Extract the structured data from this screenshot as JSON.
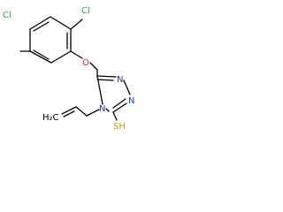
{
  "structure": {
    "atoms": {
      "chlorine_top": "Cl",
      "chlorine_left": "Cl",
      "ether_oxygen": "O",
      "nitrogen_top": "N",
      "nitrogen_right": "N",
      "nitrogen_ring": "N",
      "vinyl_terminus": "H₂C",
      "thiol": "SH"
    },
    "colors": {
      "bond": "#000000",
      "chlorine": "#32a84a",
      "oxygen": "#e8171b",
      "nitrogen": "#2233cc",
      "sulfur": "#b8a000"
    }
  }
}
